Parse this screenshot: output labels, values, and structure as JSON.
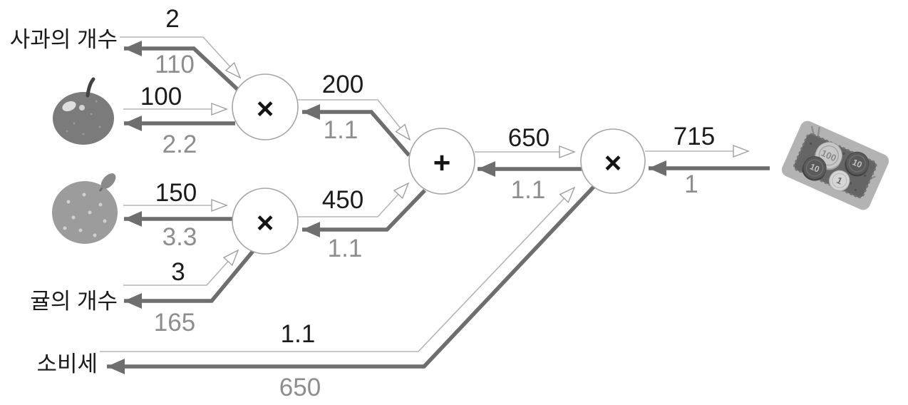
{
  "diagram": {
    "description_labels": {
      "apple_count": "사과의 개수",
      "orange_count": "귤의 개수",
      "tax": "소비세"
    },
    "nodes": {
      "apple_mul": "×",
      "orange_mul": "×",
      "add": "+",
      "tax_mul": "×"
    },
    "edges": {
      "apple_count": {
        "forward": "2",
        "backward": "110"
      },
      "apple_price": {
        "forward": "100",
        "backward": "2.2"
      },
      "apple_total": {
        "forward": "200",
        "backward": "1.1"
      },
      "orange_price": {
        "forward": "150",
        "backward": "3.3"
      },
      "orange_count": {
        "forward": "3",
        "backward": "165"
      },
      "orange_total": {
        "forward": "450",
        "backward": "1.1"
      },
      "subtotal": {
        "forward": "650",
        "backward": "1.1"
      },
      "tax_rate": {
        "forward": "1.1",
        "backward": "650"
      },
      "total": {
        "forward": "715",
        "backward": "1"
      }
    },
    "icons": {
      "apple": "apple-icon",
      "orange": "orange-icon",
      "money": "money-tray-icon"
    },
    "money_coins": [
      "100",
      "10",
      "10",
      "1"
    ],
    "colors": {
      "forward_line": "#b5b5b5",
      "backward_line": "#6e6e6e",
      "node_stroke": "#a6a6a6",
      "value_text": "#1b1b1b",
      "gradient_text": "#8d8d8d",
      "background": "#ffffff"
    }
  }
}
